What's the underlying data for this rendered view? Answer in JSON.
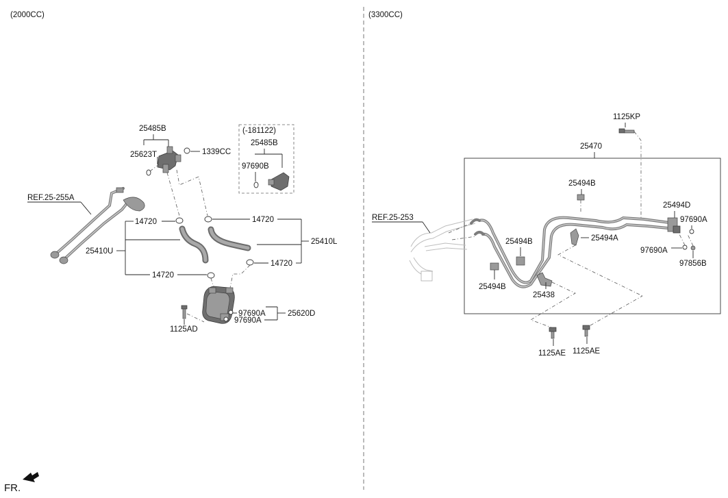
{
  "sections": {
    "left_header": "(2000CC)",
    "right_header": "(3300CC)"
  },
  "left": {
    "ref": "REF.25-255A",
    "p25485B": "25485B",
    "p25623T": "25623T",
    "p1339CC": "1339CC",
    "inset_title": "(-181122)",
    "inset_25485B": "25485B",
    "inset_97690B": "97690B",
    "p14720_a": "14720",
    "p14720_b": "14720",
    "p14720_c": "14720",
    "p14720_d": "14720",
    "p25410U": "25410U",
    "p25410L": "25410L",
    "p97690A_a": "97690A",
    "p97690A_b": "97690A",
    "p25620D": "25620D",
    "p1125AD": "1125AD"
  },
  "right": {
    "ref": "REF.25-253",
    "p1125KP": "1125KP",
    "p25470": "25470",
    "p25494B_top": "25494B",
    "p25494D": "25494D",
    "p97690A_top": "97690A",
    "p25494A": "25494A",
    "p25494B_mid": "25494B",
    "p97690A_low": "97690A",
    "p97856B": "97856B",
    "p25494B_low": "25494B",
    "p25438": "25438",
    "p1125AE_a": "1125AE",
    "p1125AE_b": "1125AE"
  },
  "footer": {
    "fr": "FR."
  }
}
